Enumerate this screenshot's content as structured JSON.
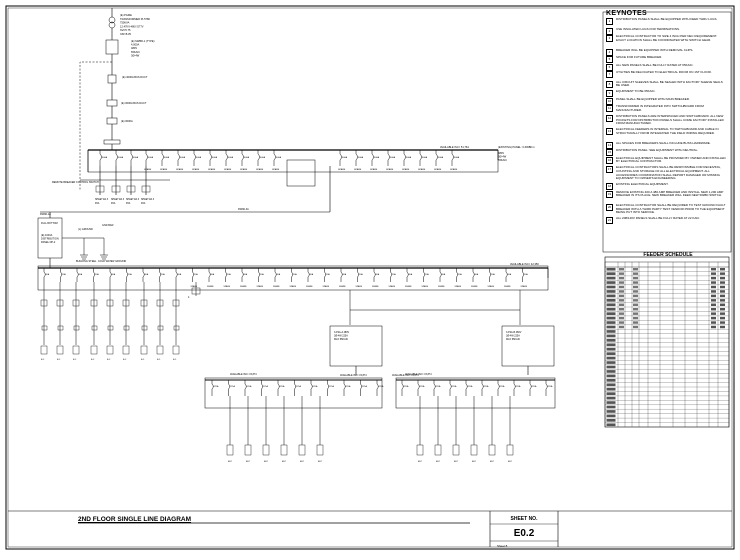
{
  "title_block": {
    "drawing_title": "2ND FLOOR SINGLE LINE DIAGRAM",
    "sheet_no_label": "SHEET NO.",
    "sheet_no": "E0.2",
    "sheet_of": "Sheet 8"
  },
  "keynotes": {
    "title": "KEYNOTES",
    "items": [
      {
        "n": "1",
        "text": "DISTRIBUTION PANELS SHALL BE EQUIPPED WITH FEED THRU LUGS."
      },
      {
        "n": "2",
        "text": "USE INSULATED LUGS FOR TERMINATIONS."
      },
      {
        "n": "3",
        "text": "ELECTRICAL CONTRACTOR TO SIZE 4 INCH PER NEC REQUIREMENT. EXACT LOCATION SHALL BE COORDINATED WITH SWITCH GEAR."
      },
      {
        "n": "4",
        "text": "BREAKER WILL BE EQUIPPED WITH REMOVAL CLIPS."
      },
      {
        "n": "5",
        "text": "SPACE FOR FUTURE BREAKER."
      },
      {
        "n": "6",
        "text": "ALL NEW PANELS SHALL BE FULLY RATED AT 65KAIC."
      },
      {
        "n": "7",
        "text": "UTILITIES BE RELOCATED TO ELECTRICAL ROOM ON 1ST FLOOR."
      },
      {
        "n": "8",
        "text": "ALL CIRCUIT SLEEVES SHALL BE SEALED WITH FACTORY SLEEVE SEALS BE USED."
      },
      {
        "n": "9",
        "text": "EQUIPMENT TO BE 65KAIC."
      },
      {
        "n": "10",
        "text": "PANEL SHALL BE EQUIPPED WITH MAIN BREAKER."
      },
      {
        "n": "11",
        "text": "TRANSFORMER IN INTEGRATED INTO SWITCHBOARD FROM MANUFACTURER."
      },
      {
        "n": "12",
        "text": "DISTRIBUTION PANELS ARE INTERSPACED AND SWITCHBOARD. ALL NEW POCKETS FOR DISTRIBUTION PANELS SHALL COME FACTORY INSTALLED FROM MANUFACTURER."
      },
      {
        "n": "13",
        "text": "ELECTRICAL FEEDERS IN INTERNAL TO SWITCHBOARD AND CABLE IN STRUCTURALLY FROM INTEGRATED THE FIELD WIRING REQUIRED."
      },
      {
        "n": "14",
        "text": "ALL SPACES FOR BREAKERS SHALL INCLUDE BUSS HARDWARE."
      },
      {
        "n": "15",
        "text": "DISTRIBUTION PANEL: SEE EQUIPMENT WITH NEUTRAL."
      },
      {
        "n": "16",
        "text": "ELECTRICAL EQUIPMENT SHALL BE PROVIDED BY OWNER AND INSTALLED BY ELECTRICAL CONTRACTOR."
      },
      {
        "n": "17",
        "text": "ELECTRICAL CONTRACTORS SHALL BE RESPONSIBLE FOR RECEIVING, COUNTING AND STORAGE OF ALL ELECTRICAL EQUIPMENT. ALL ACCESSORIES COORDINATION SHALL REPORT DAMAGED OR MISSING EQUIPMENT TO OWNER'S ENGINEERING."
      },
      {
        "n": "18",
        "text": "EXISTING ELECTRICAL EQUIPMENT."
      },
      {
        "n": "19",
        "text": "REMOVE EXISTING 400 A 480 AMP BREAKER AND INSTALL NEW 1,200 AMP BREAKER IN ITS PLACE. NEW BREAKER WILL FEED NEW SWBD SWITCH."
      },
      {
        "n": "20",
        "text": "ELECTRICAL CONTRACTOR SHALL BE REQUIRED TO TEST GROUND FAULT BREAKER WITH A THIRD PARTY TEST VENDOR PRIOR TO THE EQUIPMENT BEING PUT INTO SERVICE."
      },
      {
        "n": "21",
        "text": "ALL 208/120V PANELS SHALL BE FULLY RATED AT 22 KAIC."
      }
    ]
  },
  "feeder_schedule": {
    "title": "FEEDER SCHEDULE",
    "rows": 36
  },
  "upper_riser": {
    "utility": [
      "(E) PGME",
      "TRANSFORMER PI-5780",
      "750KVA",
      "12.47KV-480Y/277V",
      "%Z=5.75",
      "X/R=8.35"
    ],
    "main_swbd": [
      "(E) SWBD-1 (TYPE)",
      "4,000A",
      "480V",
      "65KAIC",
      "3Ø-4W"
    ],
    "bus_duct": "(E) 4000A BUS DUCT",
    "bus_duct_2": "(E) 3000A BUS DUCT",
    "switchboard_note": "AVAILABLE ISC= 51,764",
    "remote_breaker": "REMOTE BREAKER CONTROL SWITCH",
    "sheet_refs": [
      "SHEET E0.3",
      "SHEET E0.3",
      "SHEET E0.3",
      "SHEET E0.3"
    ],
    "swbd_label": "(EXISTING) PANEL: 3-SWBD-1",
    "swbd_values": [
      "480V",
      "3Ø-4W",
      "65KAIC"
    ]
  },
  "lower_riser": {
    "available_isc": "AVAILABLE ISC= 42,350",
    "panel_left": [
      "(E) 1000A",
      "DISTRIBUTION",
      "PANEL DP-2"
    ],
    "building_steel": "BUILDING STEEL",
    "cold_water": "COLD WATER GROUND",
    "subpanel_a": "AVAILABLE ISC= 15,874",
    "subpanel_b": "AVAILABLE ISC= 15,874",
    "sub_a_label": [
      "3-P2A-A 480V",
      "3Ø-4W 225A",
      "MLO 65KAIC"
    ],
    "sub_b_label": [
      "3-P2A-B 480V",
      "3Ø-4W 225A",
      "MLO 65KAIC"
    ],
    "spare": "SPARE"
  },
  "colors": {
    "line": "#000000",
    "grid": "#222222"
  }
}
